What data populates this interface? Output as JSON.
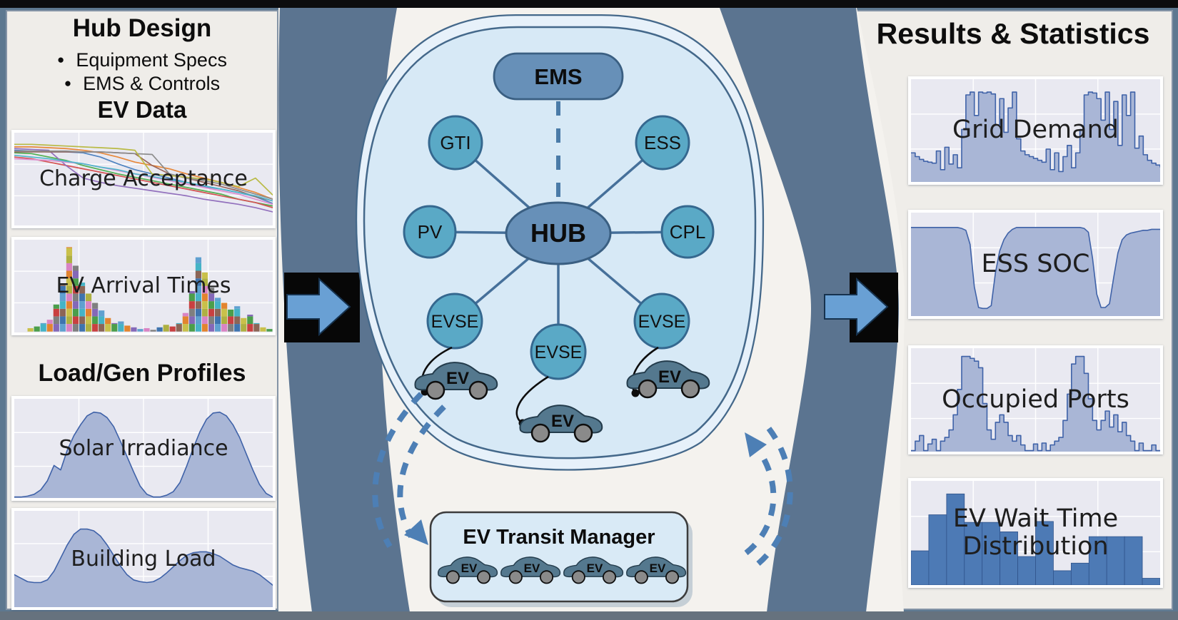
{
  "colors": {
    "band": "#5b7490",
    "frame": "#5d7890",
    "panel_bg": "#efede9",
    "panel_border": "#8494a6",
    "plot_bg": "#e9e9f1",
    "grid_line": "#ffffff",
    "area_fill": "#a9b6d6",
    "area_line": "#3f62a8",
    "bar_fill": "#4d7ab5",
    "bar_edge": "#31548c",
    "container_fill": "#d7e9f6",
    "container_back": "#e7f1fa",
    "container_stroke": "#44688a",
    "node_fill": "#5aa9c6",
    "node_stroke": "#35688f",
    "hub_fill": "#6790b8",
    "hub_stroke": "#3a5f82",
    "ems_fill": "#6790b8",
    "car_body": "#54788e",
    "car_edge": "#243c4c",
    "wheel": "#8a8a8a",
    "arrow_fill": "#69a0d4",
    "arrow_edge": "#16324e",
    "arrow_box": "#070707",
    "dashed_arrow": "#4d7fb5",
    "cable": "#0d0d0d",
    "top_strip": "#0c0c0e",
    "bottom_strip": "#66727e",
    "middle_bg": "#f4f2ee"
  },
  "left_panel": {
    "title": "Hub Design",
    "bullets": [
      {
        "label": "Equipment Specs"
      },
      {
        "label": "EMS & Controls"
      }
    ],
    "ev_data_heading": "EV Data",
    "loadgen_heading": "Load/Gen Profiles",
    "charts": {
      "charge_acceptance": {
        "label": "Charge Acceptance",
        "type": "multiline",
        "colors": [
          "#4f83c0",
          "#e8883a",
          "#4faf4f",
          "#d45252",
          "#9270bd",
          "#99665c",
          "#dd8fd0",
          "#8c8c8c",
          "#b9ba45",
          "#4fb6cc"
        ],
        "series": [
          [
            0.88,
            0.87,
            0.86,
            0.86,
            0.85,
            0.8,
            0.72,
            0.65,
            0.6,
            0.55,
            0.5,
            0.45,
            0.42,
            0.38,
            0.33,
            0.25
          ],
          [
            0.92,
            0.92,
            0.91,
            0.9,
            0.88,
            0.85,
            0.8,
            0.74,
            0.7,
            0.66,
            0.6,
            0.55,
            0.5,
            0.44,
            0.38,
            0.3
          ],
          [
            0.85,
            0.84,
            0.8,
            0.76,
            0.7,
            0.65,
            0.6,
            0.56,
            0.52,
            0.48,
            0.44,
            0.4,
            0.36,
            0.3,
            0.26,
            0.22
          ],
          [
            0.8,
            0.78,
            0.74,
            0.7,
            0.66,
            0.62,
            0.58,
            0.54,
            0.5,
            0.46,
            0.42,
            0.38,
            0.34,
            0.3,
            0.26,
            0.2
          ],
          [
            0.9,
            0.89,
            0.88,
            0.7,
            0.55,
            0.5,
            0.46,
            0.43,
            0.4,
            0.37,
            0.34,
            0.3,
            0.27,
            0.24,
            0.2,
            0.15
          ],
          [
            0.86,
            0.86,
            0.86,
            0.86,
            0.86,
            0.86,
            0.85,
            0.84,
            0.7,
            0.6,
            0.55,
            0.5,
            0.45,
            0.4,
            0.33,
            0.28
          ],
          [
            0.78,
            0.77,
            0.76,
            0.74,
            0.72,
            0.68,
            0.64,
            0.6,
            0.56,
            0.52,
            0.48,
            0.44,
            0.4,
            0.36,
            0.3,
            0.24
          ],
          [
            0.87,
            0.87,
            0.87,
            0.87,
            0.86,
            0.86,
            0.85,
            0.84,
            0.83,
            0.6,
            0.55,
            0.52,
            0.48,
            0.42,
            0.36,
            0.3
          ],
          [
            0.95,
            0.95,
            0.94,
            0.93,
            0.92,
            0.91,
            0.9,
            0.88,
            0.6,
            0.58,
            0.56,
            0.54,
            0.5,
            0.45,
            0.55,
            0.35
          ],
          [
            0.82,
            0.8,
            0.78,
            0.75,
            0.72,
            0.68,
            0.65,
            0.6,
            0.57,
            0.53,
            0.5,
            0.46,
            0.42,
            0.38,
            0.34,
            0.28
          ]
        ]
      },
      "arrival_times": {
        "label": "EV Arrival Times",
        "type": "stacked_hist",
        "palette": [
          "#c94040",
          "#e2842f",
          "#3f74ae",
          "#4b9e4b",
          "#d984c4",
          "#8c6556",
          "#8468b8",
          "#aeb042",
          "#45b3c6",
          "#7f7f7f",
          "#c9c04a",
          "#5fa0d0"
        ],
        "values": [
          0,
          0,
          0.04,
          0.06,
          0.1,
          0.14,
          0.32,
          0.55,
          1.0,
          0.78,
          0.58,
          0.45,
          0.34,
          0.25,
          0.16,
          0.1,
          0.12,
          0.07,
          0.05,
          0.03,
          0.04,
          0.02,
          0.05,
          0.08,
          0.06,
          0.1,
          0.22,
          0.48,
          0.88,
          0.7,
          0.52,
          0.4,
          0.34,
          0.26,
          0.3,
          0.16,
          0.2,
          0.1,
          0.05,
          0.03
        ]
      },
      "solar": {
        "label": "Solar Irradiance",
        "type": "area",
        "fill": "#a9b6d6",
        "line": "#3f62a8",
        "values": [
          0,
          0,
          0.01,
          0.03,
          0.08,
          0.18,
          0.35,
          0.3,
          0.52,
          0.68,
          0.8,
          0.9,
          0.94,
          0.93,
          0.88,
          0.78,
          0.62,
          0.45,
          0.28,
          0.12,
          0.03,
          0,
          0,
          0.02,
          0.06,
          0.16,
          0.34,
          0.54,
          0.72,
          0.86,
          0.93,
          0.94,
          0.9,
          0.8,
          0.66,
          0.48,
          0.3,
          0.14,
          0.04,
          0
        ]
      },
      "building": {
        "label": "Building Load",
        "type": "area",
        "fill": "#a9b6d6",
        "line": "#3f62a8",
        "values": [
          0.36,
          0.32,
          0.28,
          0.27,
          0.27,
          0.3,
          0.4,
          0.55,
          0.7,
          0.82,
          0.88,
          0.88,
          0.86,
          0.8,
          0.7,
          0.58,
          0.46,
          0.36,
          0.3,
          0.28,
          0.27,
          0.28,
          0.32,
          0.38,
          0.45,
          0.52,
          0.58,
          0.61,
          0.62,
          0.62,
          0.6,
          0.57,
          0.52,
          0.47,
          0.44,
          0.42,
          0.4,
          0.36,
          0.3,
          0.24
        ]
      }
    }
  },
  "center": {
    "ems_label": "EMS",
    "hub_label": "HUB",
    "nodes": {
      "gti": "GTI",
      "ess": "ESS",
      "pv": "PV",
      "cpl": "CPL",
      "evse": "EVSE"
    },
    "ev_label": "EV",
    "transit_title": "EV Transit Manager"
  },
  "right_panel": {
    "title": "Results & Statistics",
    "charts": {
      "grid_demand": {
        "label": "Grid Demand",
        "type": "step_area",
        "fill": "#a9b6d6",
        "line": "#3f62a8",
        "values": [
          0.3,
          0.26,
          0.23,
          0.21,
          0.2,
          0.19,
          0.32,
          0.12,
          0.36,
          0.18,
          0.28,
          0.14,
          0.55,
          0.92,
          0.95,
          0.7,
          0.95,
          0.94,
          0.95,
          0.93,
          0.6,
          0.88,
          0.52,
          0.78,
          0.95,
          0.45,
          0.32,
          0.28,
          0.26,
          0.24,
          0.22,
          0.2,
          0.34,
          0.12,
          0.3,
          0.1,
          0.26,
          0.38,
          0.14,
          0.3,
          0.55,
          0.92,
          0.95,
          0.94,
          0.88,
          0.65,
          0.95,
          0.55,
          0.85,
          0.38,
          0.92,
          0.7,
          0.95,
          0.35,
          0.48,
          0.28,
          0.22,
          0.19,
          0.17,
          0.15
        ]
      },
      "ess_soc": {
        "label": "ESS SOC",
        "type": "area",
        "fill": "#a9b6d6",
        "line": "#3f62a8",
        "values": [
          0.93,
          0.93,
          0.93,
          0.93,
          0.93,
          0.93,
          0.93,
          0.93,
          0.93,
          0.93,
          0.93,
          0.93,
          0.92,
          0.9,
          0.75,
          0.3,
          0.08,
          0.07,
          0.07,
          0.1,
          0.45,
          0.68,
          0.8,
          0.87,
          0.91,
          0.93,
          0.93,
          0.93,
          0.93,
          0.93,
          0.93,
          0.93,
          0.93,
          0.93,
          0.93,
          0.93,
          0.93,
          0.93,
          0.93,
          0.93,
          0.93,
          0.92,
          0.88,
          0.6,
          0.22,
          0.08,
          0.08,
          0.12,
          0.4,
          0.66,
          0.8,
          0.85,
          0.87,
          0.88,
          0.89,
          0.9,
          0.9,
          0.91,
          0.91,
          0.91
        ]
      },
      "occupied_ports": {
        "label": "Occupied Ports",
        "type": "step_area",
        "fill": "#a9b6d6",
        "line": "#3f62a8",
        "values": [
          0,
          0.1,
          0.16,
          0,
          0.07,
          0.12,
          0,
          0.1,
          0.14,
          0.22,
          0.38,
          0.65,
          1.0,
          1.0,
          0.98,
          0.95,
          0.88,
          0.5,
          0.22,
          0.12,
          0.3,
          0.38,
          0.3,
          0.16,
          0.1,
          0.16,
          0.06,
          0,
          0,
          0.07,
          0,
          0.08,
          0,
          0.06,
          0.1,
          0.14,
          0.32,
          0.6,
          0.92,
          1.0,
          1.0,
          0.82,
          0.55,
          0.32,
          0.22,
          0.32,
          0.42,
          0.25,
          0.38,
          0.2,
          0.3,
          0.16,
          0.1,
          0,
          0.08,
          0,
          0,
          0.06,
          0,
          0
        ]
      },
      "wait_time": {
        "label": "EV Wait Time Distribution",
        "type": "bars",
        "fill": "#4d7ab5",
        "line": "#31548c",
        "values": [
          0.35,
          0.73,
          0.95,
          0.65,
          0.65,
          0.55,
          0.29,
          0.66,
          0.14,
          0.22,
          0.5,
          0.5,
          0.5,
          0.06
        ]
      }
    }
  }
}
